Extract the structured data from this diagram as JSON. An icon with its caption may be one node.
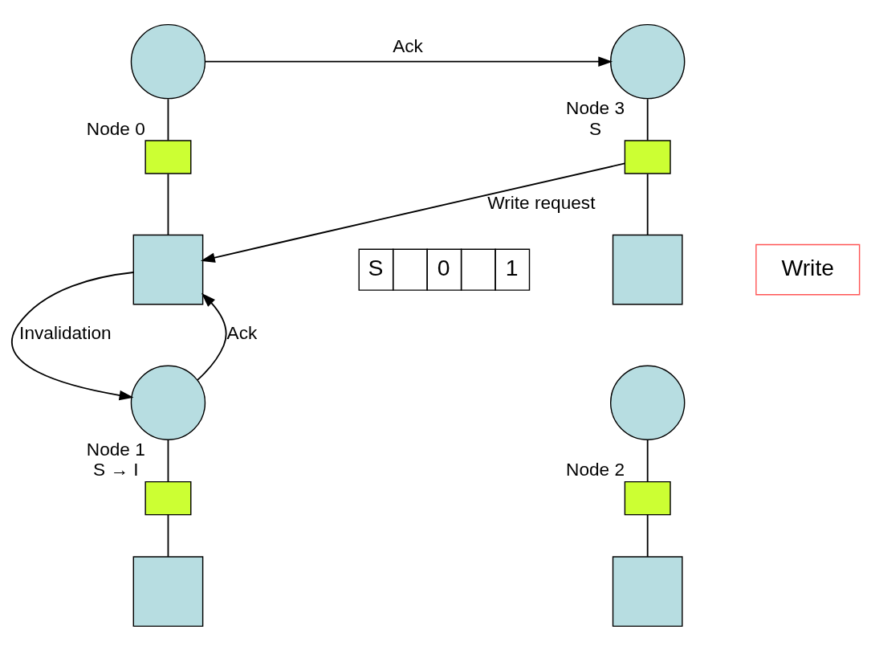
{
  "diagram": {
    "nodes": [
      {
        "text": [],
        "shape": "circle"
      },
      {
        "text": [],
        "shape": "box",
        "beside": [
          "Node 0"
        ]
      },
      {
        "text": [],
        "shape": "box"
      },
      {
        "text": [],
        "shape": "circle"
      },
      {
        "text": [],
        "shape": "box",
        "beside": [
          "Node 3",
          "S"
        ]
      },
      {
        "text": [],
        "shape": "box"
      },
      {
        "text": [
          "Write"
        ]
      },
      {
        "text": [],
        "shape": "circle"
      },
      {
        "text": [],
        "shape": "box",
        "beside": [
          "Node 1",
          "S → I"
        ]
      },
      {
        "text": [],
        "shape": "box"
      },
      {
        "text": [],
        "shape": "circle"
      },
      {
        "text": [],
        "shape": "box",
        "beside": [
          "Node 2"
        ]
      },
      {
        "text": [],
        "shape": "box"
      }
    ],
    "edges": [
      {
        "from": 0,
        "to": 1,
        "arrow": "none"
      },
      {
        "from": 1,
        "to": 2,
        "arrow": "none"
      },
      {
        "from": 3,
        "to": 4,
        "arrow": "none"
      },
      {
        "from": 4,
        "to": 5,
        "arrow": "none"
      },
      {
        "from": 7,
        "to": 8,
        "arrow": "none"
      },
      {
        "from": 8,
        "to": 9,
        "arrow": "none"
      },
      {
        "from": 10,
        "to": 11,
        "arrow": "none"
      },
      {
        "from": 11,
        "to": 12,
        "arrow": "none"
      },
      {
        "from": 0,
        "to": 3,
        "arrow": "to",
        "label": "Ack"
      },
      {
        "from": 4,
        "to": 2,
        "arrow": "to",
        "label": "Write request"
      },
      {
        "from": 7,
        "to": 2,
        "arrow": "to",
        "label": "Ack"
      },
      {
        "from": 2,
        "to": 7,
        "arrow": "to",
        "label": "Invalidation"
      }
    ],
    "labels": [
      "S",
      "0",
      "1"
    ]
  }
}
